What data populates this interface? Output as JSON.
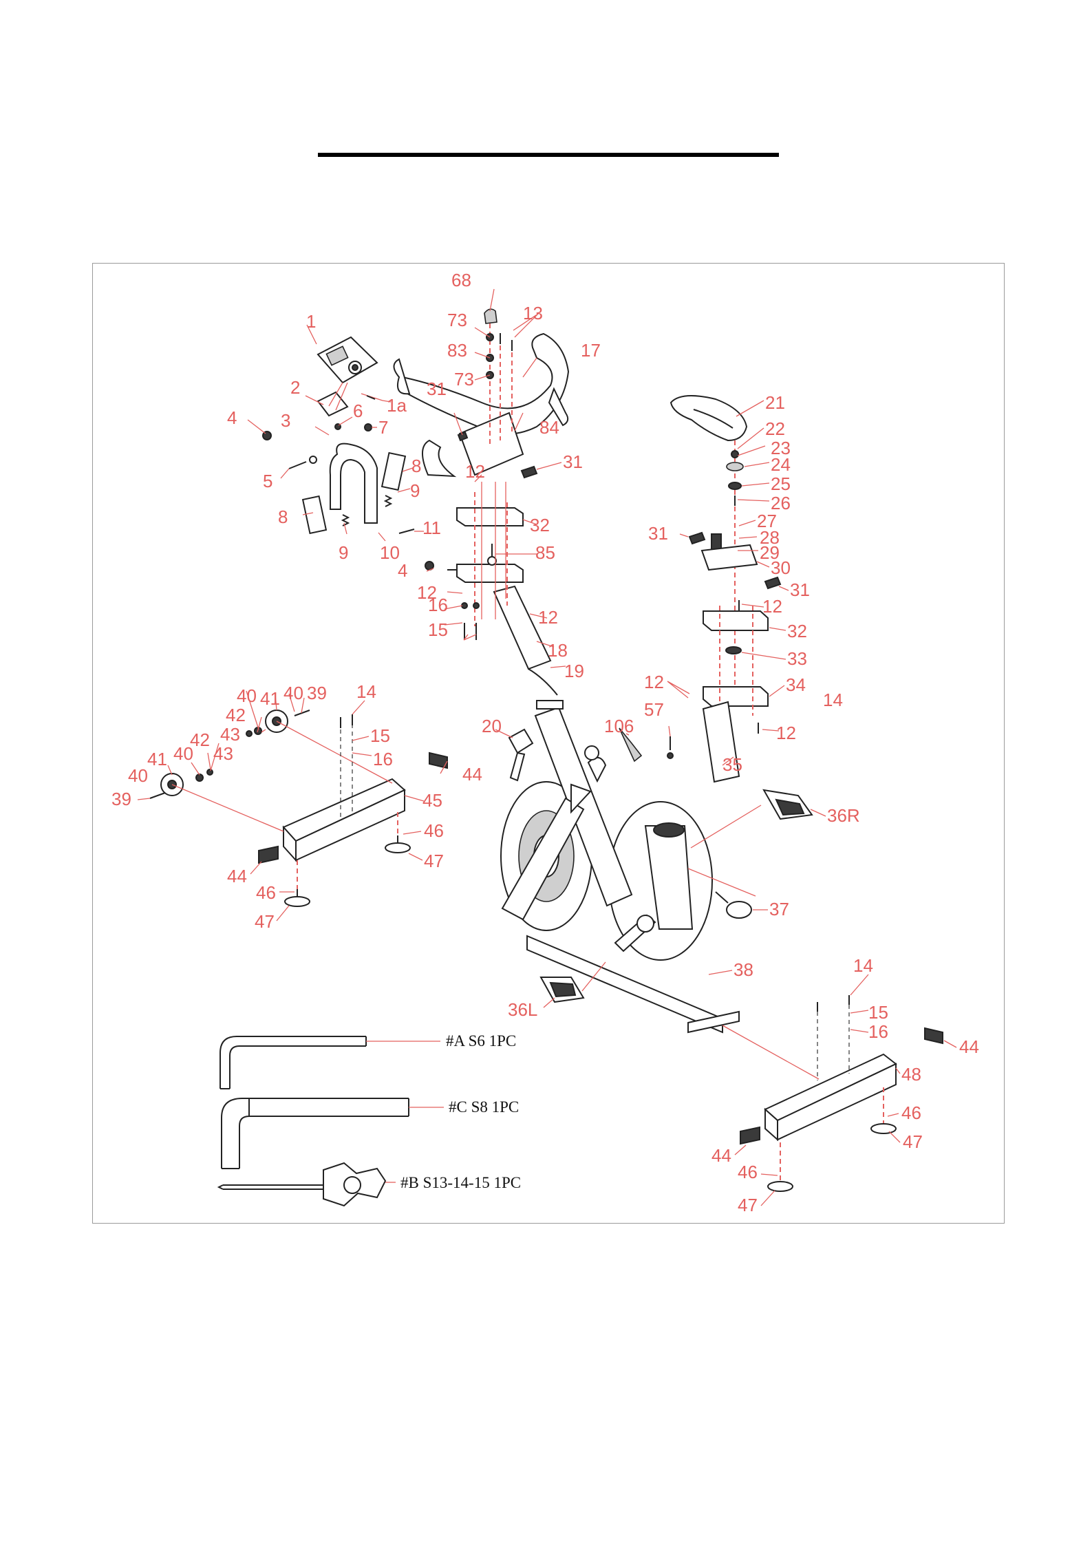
{
  "parts": [
    {
      "id": "label-1",
      "text": "1"
    },
    {
      "id": "label-1a",
      "text": "1a"
    },
    {
      "id": "label-2",
      "text": "2"
    },
    {
      "id": "label-3",
      "text": "3"
    },
    {
      "id": "label-4a",
      "text": "4"
    },
    {
      "id": "label-4b",
      "text": "4"
    },
    {
      "id": "label-5",
      "text": "5"
    },
    {
      "id": "label-6",
      "text": "6"
    },
    {
      "id": "label-7",
      "text": "7"
    },
    {
      "id": "label-8a",
      "text": "8"
    },
    {
      "id": "label-8b",
      "text": "8"
    },
    {
      "id": "label-9a",
      "text": "9"
    },
    {
      "id": "label-9b",
      "text": "9"
    },
    {
      "id": "label-10",
      "text": "10"
    },
    {
      "id": "label-11",
      "text": "11"
    },
    {
      "id": "label-12a",
      "text": "12"
    },
    {
      "id": "label-12b",
      "text": "12"
    },
    {
      "id": "label-12c",
      "text": "12"
    },
    {
      "id": "label-12d",
      "text": "12"
    },
    {
      "id": "label-12e",
      "text": "12"
    },
    {
      "id": "label-12f",
      "text": "12"
    },
    {
      "id": "label-13",
      "text": "13"
    },
    {
      "id": "label-14a",
      "text": "14"
    },
    {
      "id": "label-14b",
      "text": "14"
    },
    {
      "id": "label-14c",
      "text": "14"
    },
    {
      "id": "label-15a",
      "text": "15"
    },
    {
      "id": "label-15b",
      "text": "15"
    },
    {
      "id": "label-15c",
      "text": "15"
    },
    {
      "id": "label-16a",
      "text": "16"
    },
    {
      "id": "label-16b",
      "text": "16"
    },
    {
      "id": "label-16c",
      "text": "16"
    },
    {
      "id": "label-17",
      "text": "17"
    },
    {
      "id": "label-18",
      "text": "18"
    },
    {
      "id": "label-19",
      "text": "19"
    },
    {
      "id": "label-20",
      "text": "20"
    },
    {
      "id": "label-21",
      "text": "21"
    },
    {
      "id": "label-22",
      "text": "22"
    },
    {
      "id": "label-23",
      "text": "23"
    },
    {
      "id": "label-24",
      "text": "24"
    },
    {
      "id": "label-25",
      "text": "25"
    },
    {
      "id": "label-26",
      "text": "26"
    },
    {
      "id": "label-27",
      "text": "27"
    },
    {
      "id": "label-28",
      "text": "28"
    },
    {
      "id": "label-29",
      "text": "29"
    },
    {
      "id": "label-30",
      "text": "30"
    },
    {
      "id": "label-31a",
      "text": "31"
    },
    {
      "id": "label-31b",
      "text": "31"
    },
    {
      "id": "label-31c",
      "text": "31"
    },
    {
      "id": "label-31d",
      "text": "31"
    },
    {
      "id": "label-32a",
      "text": "32"
    },
    {
      "id": "label-32b",
      "text": "32"
    },
    {
      "id": "label-33",
      "text": "33"
    },
    {
      "id": "label-34",
      "text": "34"
    },
    {
      "id": "label-35",
      "text": "35"
    },
    {
      "id": "label-36R",
      "text": "36R"
    },
    {
      "id": "label-36L",
      "text": "36L"
    },
    {
      "id": "label-37",
      "text": "37"
    },
    {
      "id": "label-38",
      "text": "38"
    },
    {
      "id": "label-39a",
      "text": "39"
    },
    {
      "id": "label-39b",
      "text": "39"
    },
    {
      "id": "label-40a",
      "text": "40"
    },
    {
      "id": "label-40b",
      "text": "40"
    },
    {
      "id": "label-40c",
      "text": "40"
    },
    {
      "id": "label-40d",
      "text": "40"
    },
    {
      "id": "label-41a",
      "text": "41"
    },
    {
      "id": "label-41b",
      "text": "41"
    },
    {
      "id": "label-42a",
      "text": "42"
    },
    {
      "id": "label-42b",
      "text": "42"
    },
    {
      "id": "label-43a",
      "text": "43"
    },
    {
      "id": "label-43b",
      "text": "43"
    },
    {
      "id": "label-44a",
      "text": "44"
    },
    {
      "id": "label-44b",
      "text": "44"
    },
    {
      "id": "label-44c",
      "text": "44"
    },
    {
      "id": "label-44d",
      "text": "44"
    },
    {
      "id": "label-45",
      "text": "45"
    },
    {
      "id": "label-46a",
      "text": "46"
    },
    {
      "id": "label-46b",
      "text": "46"
    },
    {
      "id": "label-46c",
      "text": "46"
    },
    {
      "id": "label-46d",
      "text": "46"
    },
    {
      "id": "label-47a",
      "text": "47"
    },
    {
      "id": "label-47b",
      "text": "47"
    },
    {
      "id": "label-47c",
      "text": "47"
    },
    {
      "id": "label-47d",
      "text": "47"
    },
    {
      "id": "label-48",
      "text": "48"
    },
    {
      "id": "label-57",
      "text": "57"
    },
    {
      "id": "label-68",
      "text": "68"
    },
    {
      "id": "label-73a",
      "text": "73"
    },
    {
      "id": "label-73b",
      "text": "73"
    },
    {
      "id": "label-83",
      "text": "83"
    },
    {
      "id": "label-84",
      "text": "84"
    },
    {
      "id": "label-85",
      "text": "85"
    },
    {
      "id": "label-106",
      "text": "106"
    }
  ],
  "tools": [
    {
      "id": "tool-a",
      "text": "#A  S6 1PC"
    },
    {
      "id": "tool-c",
      "text": "#C  S8 1PC"
    },
    {
      "id": "tool-b",
      "text": "#B  S13-14-15 1PC"
    }
  ],
  "colors": {
    "label": "#e4605e",
    "line": "#222222",
    "frame": "#9a9a9a"
  }
}
